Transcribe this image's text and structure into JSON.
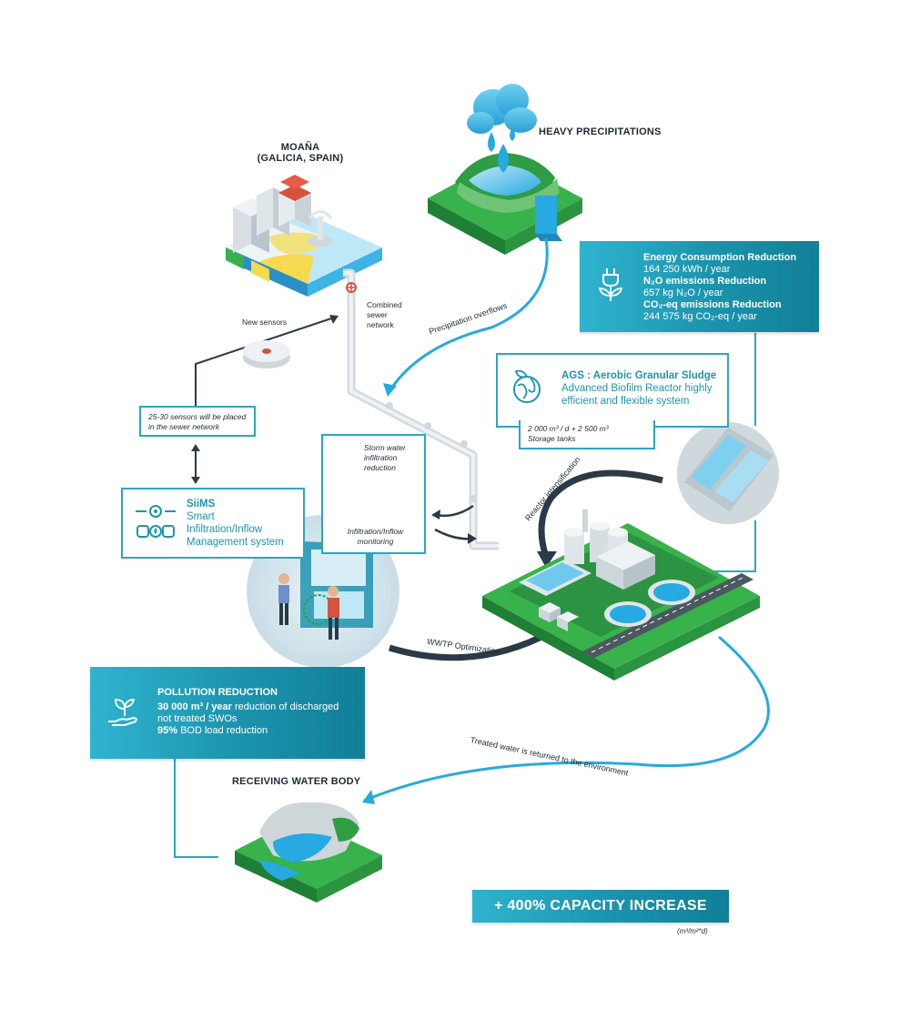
{
  "locations": {
    "moana": [
      "MOAÑA",
      "(GALICIA, SPAIN)"
    ],
    "heavy_precipitations": "HEAVY PRECIPITATIONS",
    "receiving_water_body": "RECEIVING WATER BODY"
  },
  "labels": {
    "combined_sewer": [
      "Combined",
      "sewer",
      "network"
    ],
    "new_sensors": "New sensors",
    "precipitation_overflows": "Precipitation overflows",
    "reactor_intensification": "Reactor intensification",
    "wwtp_optimization": "WWTP Optimization",
    "treated_water": "Treated water is returned to the environment"
  },
  "sensors_box": [
    "25-30 sensors will be placed",
    "in the sewer network"
  ],
  "siims": {
    "title": "SiiMS",
    "lines": [
      "Smart",
      "Infiltration/Inflow",
      "Management system"
    ]
  },
  "stormwater": {
    "title": [
      "Storm water",
      "infiltration",
      "reduction"
    ],
    "monitoring": [
      "Infiltration/Inflow",
      "monitoring"
    ]
  },
  "energy_box": {
    "lines": [
      {
        "text": "Energy Consumption Reduction",
        "bold": true
      },
      {
        "text": "164 250 kWh / year",
        "bold": false
      },
      {
        "text": "N₂O emissions Reduction",
        "bold": true
      },
      {
        "text": "657 kg N₂O / year",
        "bold": false
      },
      {
        "text": "CO₂-eq emissions Reduction",
        "bold": true
      },
      {
        "text": "244 575 kg CO₂-eq / year",
        "bold": false
      }
    ]
  },
  "ags": {
    "title": "AGS : Aerobic Granular Sludge",
    "lines": [
      "Advanced Biofilm Reactor highly",
      "efficient and flexible system"
    ]
  },
  "storage": [
    "2 000 m³ / d + 2 500 m³",
    "Storage tanks"
  ],
  "pollution": {
    "title": "POLLUTION REDUCTION",
    "line1_bold": "30 000 m³ / year",
    "line1_rest": " reduction of discharged",
    "line2": "not treated SWOs",
    "line3_bold": "95%",
    "line3_rest": " BOD load reduction"
  },
  "capacity": {
    "label": "+ 400% CAPACITY INCREASE",
    "unit": "(m³/m²*d)"
  },
  "icons": [
    "cloud-rain-icon",
    "plug-leaf-icon",
    "globe-leaf-icon",
    "hand-plant-icon",
    "gear-network-icon",
    "no-rain-icon"
  ],
  "colors": {
    "teal": "#1e93b0",
    "teal_light": "#2fb4cf",
    "grass": "#2f9e45",
    "water": "#27a9e1",
    "navy": "#2b3a46"
  }
}
